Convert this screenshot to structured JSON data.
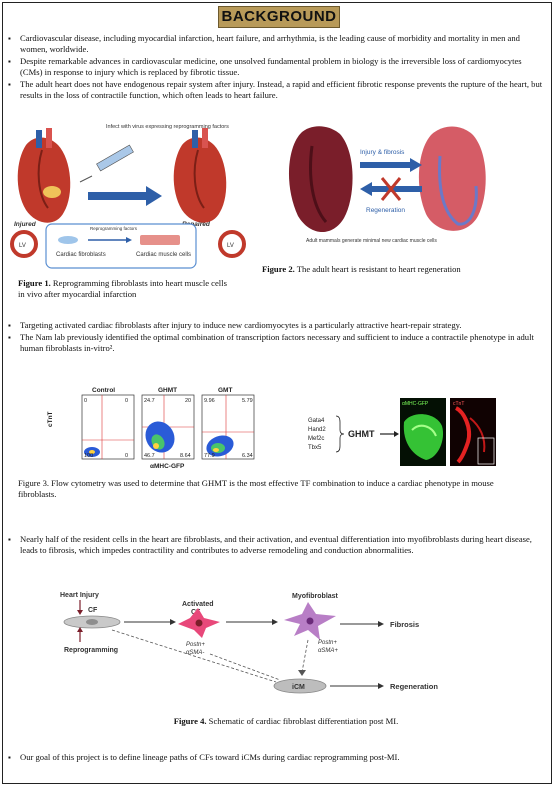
{
  "title": "BACKGROUND",
  "intro_bullets": [
    "Cardiovascular disease, including myocardial infarction, heart failure, and arrhythmia, is the leading cause of morbidity and mortality in men and women, worldwide.",
    "Despite remarkable advances in cardiovascular medicine, one unsolved fundamental problem in biology is the irreversible loss of cardiomyocytes (CMs) in response to injury which is replaced by fibrotic tissue.",
    "The adult heart does not have endogenous repair system after injury.  Instead, a rapid and efficient fibrotic response prevents the rupture of the heart, but results in the loss of contractile function, which often leads to heart failure."
  ],
  "figure1": {
    "infect_label": "Infect with virus expressing reprogramming factors",
    "injured_label": "Injured",
    "repaired_label": "Repaired",
    "lv_label": "LV",
    "reprogramming_factors_label": "Reprogramming factors",
    "cardiac_fibroblasts_label": "Cardiac fibroblasts",
    "cardiac_muscle_cells_label": "Cardiac muscle cells",
    "caption_bold": "Figure 1.",
    "caption_text": " Reprogramming fibroblasts into heart muscle cells in vivo after myocardial infarction"
  },
  "figure2": {
    "injury_label": "Injury & fibrosis",
    "regeneration_label": "Regeneration",
    "bottom_text": "Adult mammals generate minimal new cardiac muscle cells",
    "caption_bold": "Figure 2.",
    "caption_text": " The adult heart is resistant to heart regeneration"
  },
  "middle_bullets": [
    "Targeting activated cardiac fibroblasts after injury to induce new cardiomyocytes is a particularly attractive heart-repair strategy.",
    "The Nam lab previously identified the optimal combination of transcription factors necessary and sufficient to induce a contractile phenotype in adult human fibroblasts in-vitro²."
  ],
  "figure3": {
    "panels": [
      {
        "title": "Control",
        "q": [
          "0",
          "0",
          "100",
          "0"
        ]
      },
      {
        "title": "GHMT",
        "q": [
          "24.7",
          "20",
          "46.7",
          "8.64"
        ]
      },
      {
        "title": "GMT",
        "q": [
          "9.96",
          "5.79",
          "77.9",
          "6.34"
        ]
      }
    ],
    "y_axis_label": "cTnT",
    "x_axis_label": "αMHC-GFP",
    "factors": [
      "Gata4",
      "Hand2",
      "Mef2c",
      "Tbx5"
    ],
    "combo_label": "GHMT",
    "green_panel_label": "αMHC-GFP",
    "red_panel_label": "cTnT",
    "caption": "Figure 3. Flow cytometry was used to determine that GHMT is the most effective TF combination to induce a cardiac phenotype in mouse fibroblasts."
  },
  "lower_bullets": [
    "Nearly half of the resident cells in the heart are fibroblasts, and their activation, and eventual differentiation into myofibroblasts during heart disease, leads to fibrosis, which impedes contractility and contributes to adverse remodeling and conduction abnormalities."
  ],
  "figure4": {
    "heart_injury_label": "Heart Injury",
    "cf_label": "CF",
    "reprogramming_label": "Reprogramming",
    "activated_label": "Activated",
    "activated_cf_label": "CF",
    "activated_markers": [
      "Postn+",
      "αSMA-"
    ],
    "myofibroblast_label": "Myofibroblast",
    "myofibroblast_markers": [
      "Postn+",
      "αSMA+"
    ],
    "fibrosis_label": "Fibrosis",
    "icm_label": "iCM",
    "regeneration_label": "Regeneration",
    "caption_bold": "Figure 4.",
    "caption_text": " Schematic of cardiac fibroblast differentiation post MI."
  },
  "final_bullets": [
    "Our goal of this project is to define lineage paths of CFs toward iCMs during cardiac reprogramming post-MI."
  ],
  "colors": {
    "title_bar": "#b89a59",
    "heart_red": "#c0392b",
    "arrow_blue": "#2e5fa8",
    "fibroblast_pink": "#e8487a",
    "myofibroblast_purple": "#b070c0"
  }
}
